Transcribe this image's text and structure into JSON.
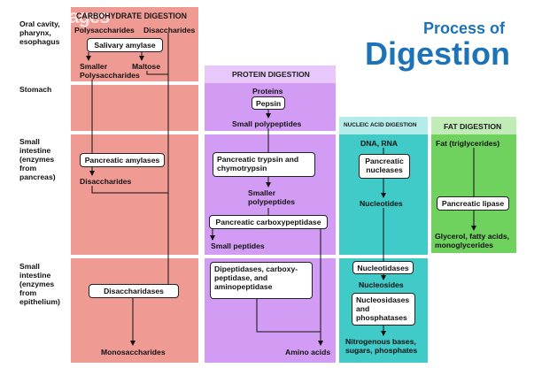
{
  "title": {
    "line1": "Process of",
    "line2": "Digestion"
  },
  "watermark": "gettyimages",
  "colors": {
    "carb": "#ef9a93",
    "protein": "#d39cf4",
    "protein_head": "#e8c8fb",
    "nucleic": "#40cac8",
    "nucleic_head": "#b4ece9",
    "fat": "#6fd15e",
    "fat_head": "#c1ecb7",
    "title": "#1c73b8"
  },
  "rows": {
    "oral": "Oral cavity, pharynx, esophagus",
    "stomach": "Stomach",
    "si_pancreas": "Small intestine (enzymes from pancreas)",
    "si_epithelium": "Small intestine (enzymes from epithelium)"
  },
  "carb": {
    "header": "CARBOHYDRATE DIGESTION",
    "polysaccharides": "Polysaccharides",
    "disaccharides_top": "Disaccharides",
    "salivary_amylase": "Salivary amylase",
    "smaller_polysaccharides": "Smaller Polysaccharides",
    "maltose": "Maltose",
    "pancreatic_amylases": "Pancreatic amylases",
    "disaccharides": "Disaccharides",
    "disaccharidases": "Disaccharidases",
    "monosaccharides": "Monosaccharides"
  },
  "protein": {
    "header": "PROTEIN DIGESTION",
    "proteins": "Proteins",
    "pepsin": "Pepsin",
    "small_polypeptides": "Small polypeptides",
    "trypsin": "Pancreatic trypsin and chymotrypsin",
    "smaller_polypeptides": "Smaller polypeptides",
    "carboxypeptidase": "Pancreatic carboxypeptidase",
    "small_peptides": "Small peptides",
    "dipeptidases": "Dipeptidases, carboxy- peptidase, and aminopeptidase",
    "amino_acids": "Amino acids"
  },
  "nucleic": {
    "header": "NUCLEIC ACID DIGESTION",
    "dna_rna": "DNA, RNA",
    "pancreatic_nucleases": "Pancreatic nucleases",
    "nucleotides": "Nucleotides",
    "nucleotidases": "Nucleotidases",
    "nucleosides": "Nucleosides",
    "nucleosidases": "Nucleosidases and phosphatases",
    "products": "Nitrogenous bases, sugars, phosphates"
  },
  "fat": {
    "header": "FAT DIGESTION",
    "fat": "Fat (triglycerides)",
    "pancreatic_lipase": "Pancreatic lipase",
    "products": "Glycerol, fatty acids, monoglycerides"
  }
}
